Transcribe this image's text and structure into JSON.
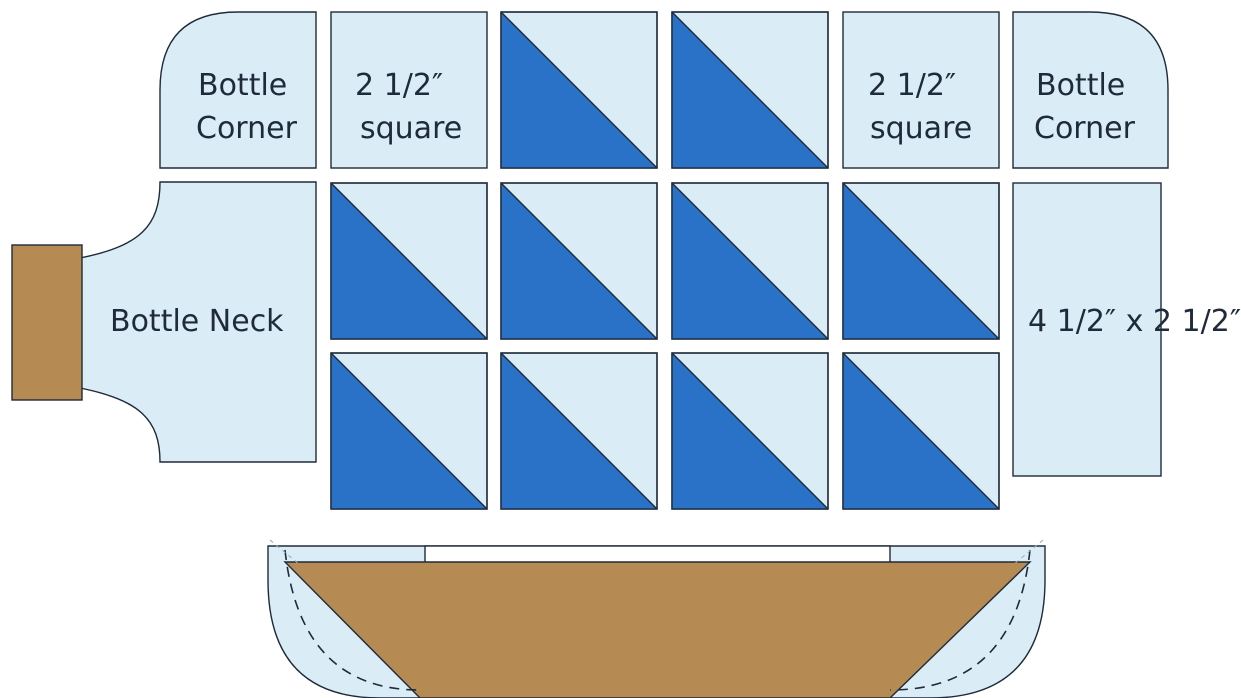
{
  "colors": {
    "light_fabric": "#daedf7",
    "dark_fabric": "#2a72c7",
    "tan_fabric": "#b58b53",
    "outline": "#1f2a3a",
    "dashed_line": "#1f2a3a"
  },
  "labels": {
    "corner_left_line1": "Bottle",
    "corner_left_line2": "Corner",
    "square_left_line1": "2 1/2″",
    "square_left_line2": "square",
    "square_right_line1": "2 1/2″",
    "square_right_line2": "square",
    "corner_right_line1": "Bottle",
    "corner_right_line2": "Corner",
    "neck": "Bottle Neck",
    "strip": "4 1/2″ x 2 1/2″"
  }
}
